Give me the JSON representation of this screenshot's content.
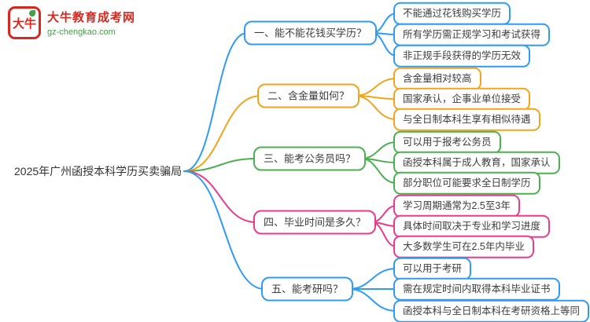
{
  "site": {
    "logo_text": "大牛",
    "site_name": "大牛教育成考网",
    "site_url": "gz-chengkao.com"
  },
  "root": {
    "title": "2025年广州函授本科学历买卖骗局"
  },
  "branches": [
    {
      "label": "一、能不能花钱买学历？",
      "color": "#2f9bf4",
      "children": [
        "不能通过花钱购买学历",
        "所有学历需正规学习和考试获得",
        "非正规手段获得的学历无效"
      ]
    },
    {
      "label": "二、含金量如何？",
      "color": "#f2a51a",
      "children": [
        "含金量相对较高",
        "国家承认，企事业单位接受",
        "与全日制本科生享有相似待遇"
      ]
    },
    {
      "label": "三、能考公务员吗？",
      "color": "#4caf50",
      "children": [
        "可以用于报考公务员",
        "函授本科属于成人教育，国家承认",
        "部分职位可能要求全日制学历"
      ]
    },
    {
      "label": "四、毕业时间是多久？",
      "color": "#eb3b8c",
      "children": [
        "学习周期通常为2.5至3年",
        "具体时间取决于专业和学习进度",
        "大多数学生可在2.5年内毕业"
      ]
    },
    {
      "label": "五、能考研吗？",
      "color": "#2f9bf4",
      "children": [
        "可以用于考研",
        "需在规定时间内取得本科毕业证书",
        "函授本科与全日制本科在考研资格上等同"
      ]
    }
  ],
  "colors": {
    "blue": "#2f9bf4",
    "orange": "#f2a51a",
    "green": "#4caf50",
    "pink": "#eb3b8c",
    "brandred": "#d7281f",
    "brandgreen": "#43a047"
  }
}
